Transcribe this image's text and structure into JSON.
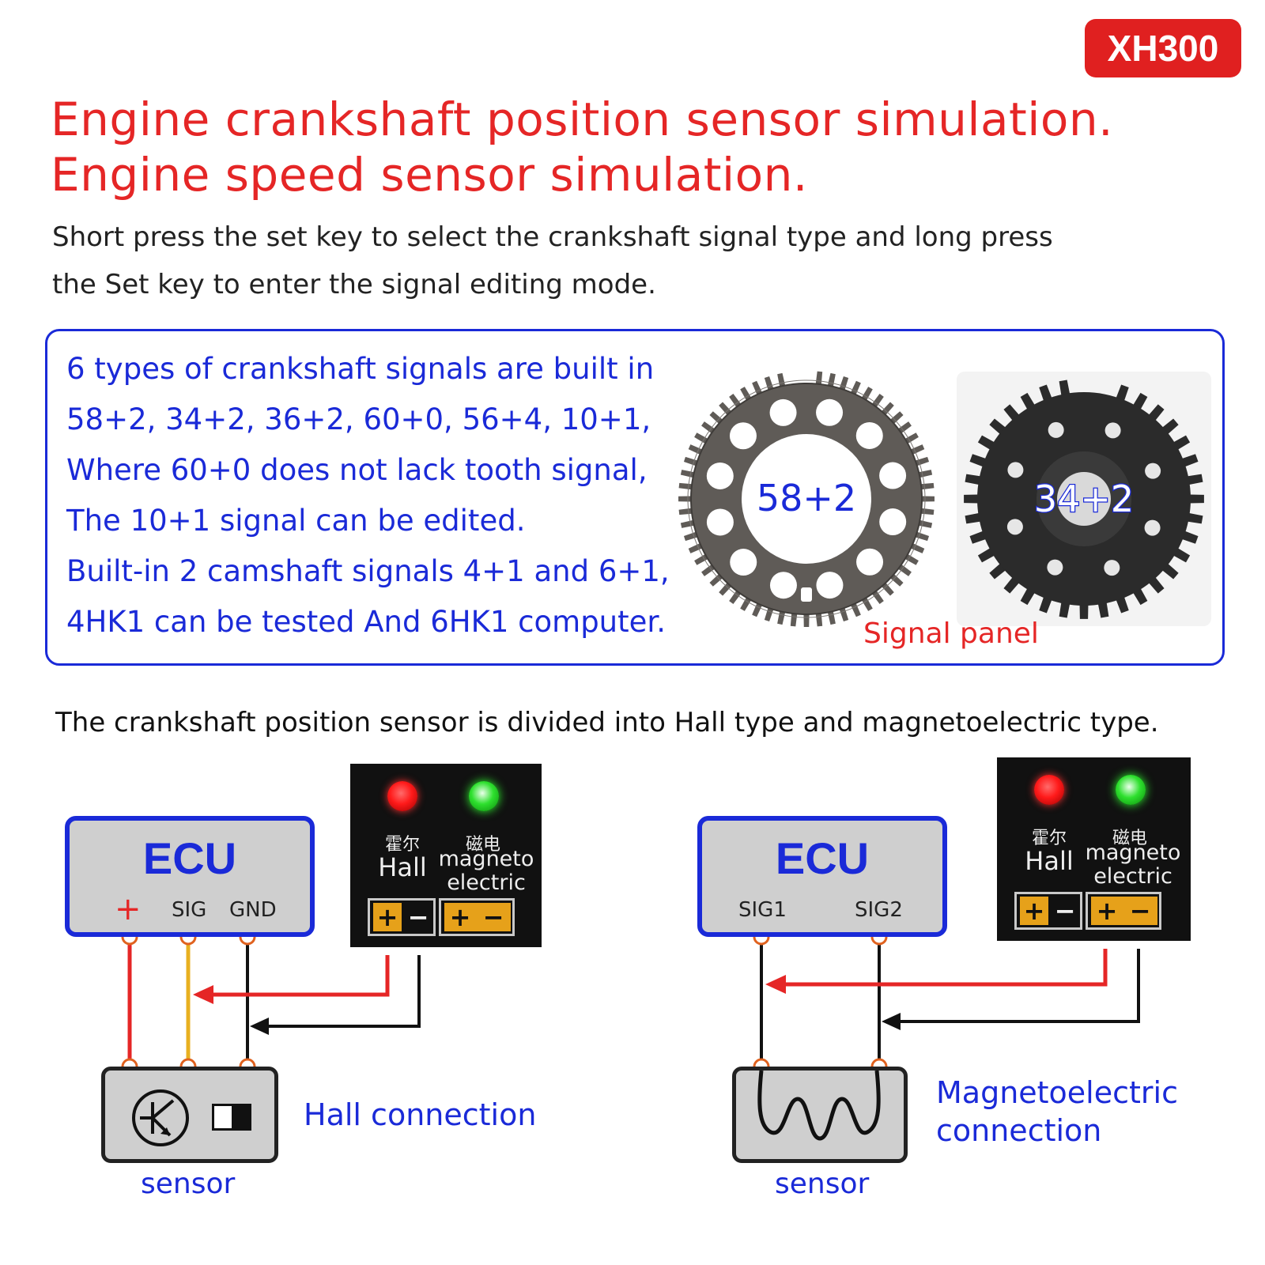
{
  "badge": "XH300",
  "title": {
    "line1": "Engine crankshaft position sensor simulation.",
    "line2": "Engine speed sensor simulation."
  },
  "subtitle": {
    "line1": "Short press the set key to select the crankshaft signal type and long press",
    "line2": "the Set key to enter the signal editing mode."
  },
  "info": {
    "lines": [
      "6 types of crankshaft signals are built in",
      "58+2,  34+2,  36+2,  60+0,  56+4,  10+1,",
      "Where 60+0 does not lack tooth signal,",
      "The 10+1 signal can be edited.",
      "Built-in 2 camshaft signals 4+1 and 6+1,",
      "4HK1 can be tested And 6HK1 computer."
    ],
    "wheel1_label": "58+2",
    "wheel2_label": "34+2",
    "signal_panel_label": "Signal panel"
  },
  "sensor_caption": "The crankshaft position sensor is divided into Hall type and magnetoelectric type.",
  "panel": {
    "hall_cn": "霍尔",
    "hall_en": "Hall",
    "magneto_cn": "磁电",
    "magneto_en1": "magneto",
    "magneto_en2": "electric",
    "plus": "+",
    "minus": "−"
  },
  "hall_diagram": {
    "ecu_title": "ECU",
    "pin_plus": "+",
    "pin_sig": "SIG",
    "pin_gnd": "GND",
    "sensor_label": "sensor",
    "connection_label": "Hall connection"
  },
  "magneto_diagram": {
    "ecu_title": "ECU",
    "pin_sig1": "SIG1",
    "pin_sig2": "SIG2",
    "sensor_label": "sensor",
    "connection_label_line1": "Magnetoelectric",
    "connection_label_line2": "connection"
  },
  "colors": {
    "title_red": "#e52626",
    "accent_blue": "#1a2ad8",
    "wire_red": "#e52626",
    "wire_yellow": "#e8b020",
    "wire_black": "#111111"
  }
}
